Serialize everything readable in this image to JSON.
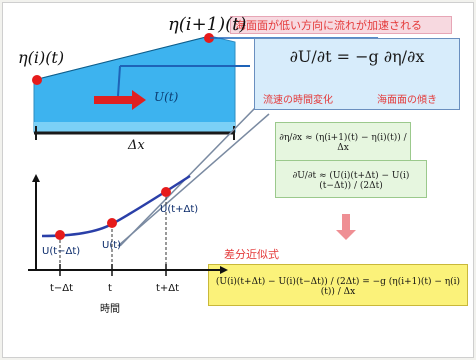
{
  "top_caption": "海面面が低い方向に流れが加速される",
  "labels": {
    "eta_right": "η(i+1)(t)",
    "eta_left": "η(i)(t)",
    "velocity": "U(t)",
    "delta_x": "Δx",
    "velocity_change_caption": "流速の時間変化",
    "slope_caption": "海面面の傾き",
    "difference_caption": "差分近似式"
  },
  "equations": {
    "momentum": "∂U/∂t = −g ∂η/∂x",
    "eta_gradient": "∂η/∂x ≈ (η(i+1)(t) − η(i)(t)) / Δx",
    "velocity_derivative": "∂U/∂t ≈ (U(i)(t+Δt) − U(i)(t−Δt)) / (2Δt)",
    "final": "(U(i)(t+Δt) − U(i)(t−Δt)) / (2Δt) = −g (η(i+1)(t) − η(i)(t)) / Δx"
  },
  "graph": {
    "points": [
      "U(t−Δt)",
      "U(t)",
      "U(t+Δt)"
    ],
    "ticks": [
      "t−Δt",
      "t",
      "t+Δt"
    ],
    "time_label": "時間"
  }
}
